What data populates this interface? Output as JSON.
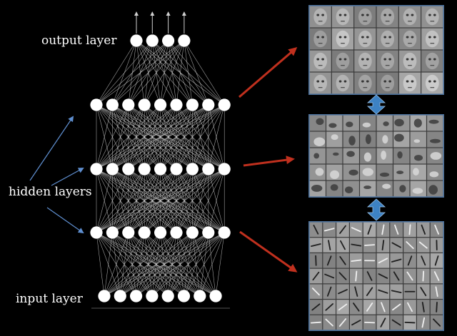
{
  "labels": {
    "output": "output layer",
    "hidden": "hidden layers",
    "input": "input layer"
  },
  "network": {
    "layers": [
      {
        "role": "output",
        "units": 4
      },
      {
        "role": "hidden",
        "units": 9
      },
      {
        "role": "hidden",
        "units": 9
      },
      {
        "role": "hidden",
        "units": 9
      },
      {
        "role": "input",
        "units": 8
      }
    ],
    "output_arrows": 4
  },
  "feature_panels": [
    {
      "content": "faces",
      "grid": [
        6,
        4
      ],
      "tile_color": "#8a8a8a"
    },
    {
      "content": "object parts",
      "grid": [
        8,
        5
      ],
      "tile_color": "#9a9a9a"
    },
    {
      "content": "edges",
      "grid": [
        10,
        7
      ],
      "tile_color": "#9c9c9c"
    }
  ],
  "colors": {
    "background": "#000000",
    "node": "#ffffff",
    "connection": "#d8d8d8",
    "hidden_arrow": "#5f8fd0",
    "red_arrow": "#c0301e",
    "double_arrow": "#3d82c4",
    "panel_border": "#4a6f9a"
  }
}
